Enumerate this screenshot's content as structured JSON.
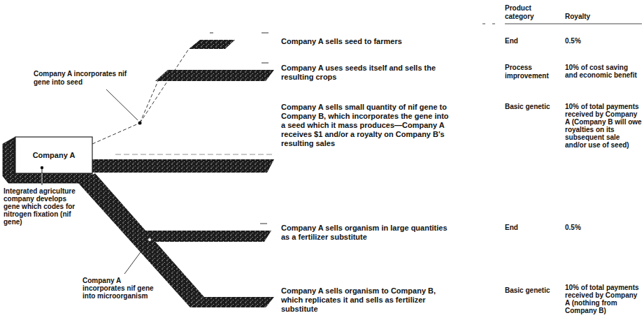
{
  "diagram": {
    "nodes": [
      {
        "text": [
          "Company A"
        ]
      }
    ],
    "labels": [
      "Product category",
      "Royalty",
      "Company A sells seed to farmers",
      "End",
      "0.5%",
      "Company A incorporates nif gene into seed",
      "Company A uses seeds itself and sells the resulting crops",
      "Process improvement",
      "10% of cost saving and economic benefit",
      "Company A sells small quantity of nif gene to Company B, which incorporates the gene into a seed which it mass produces—Company A receives $1 and/or a royalty on Company B's resulting sales",
      "Basic genetic",
      "10% of total payments received by Company A (Company B will owe royalties on its subsequent sale and/or use of seed)",
      "Integrated agriculture company develops gene which codes for nitrogen fixation (nif gene)",
      "Company A sells organism in large quantities as a fertilizer substitute",
      "End",
      "0.5%",
      "Company A incorporates nif gene into microorganism",
      "Company A sells organism to Company B, which replicates it and sells as fertilizer substitute",
      "Basic genetic",
      "10% of total payments received by Company A (nothing from Company B)"
    ]
  }
}
